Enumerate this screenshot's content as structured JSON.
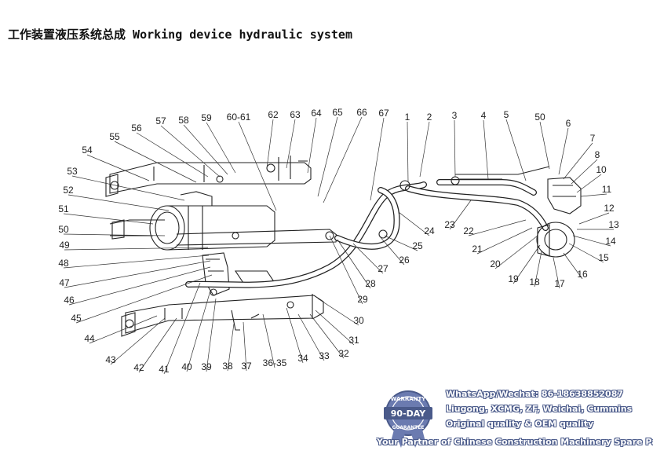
{
  "title": "工作装置液压系统总成 Working device hydraulic system",
  "callouts": [
    "1",
    "2",
    "3",
    "4",
    "5",
    "50",
    "6",
    "7",
    "8",
    "10",
    "11",
    "12",
    "13",
    "14",
    "15",
    "16",
    "17",
    "18",
    "19",
    "20",
    "21",
    "22",
    "23",
    "24",
    "25",
    "26",
    "27",
    "28",
    "29",
    "30",
    "31",
    "32",
    "33",
    "34",
    "36-35",
    "37",
    "38",
    "39",
    "40",
    "41",
    "42",
    "43",
    "44",
    "45",
    "46",
    "47",
    "48",
    "49",
    "50",
    "51",
    "52",
    "53",
    "54",
    "55",
    "56",
    "57",
    "58",
    "59",
    "60-61",
    "62",
    "63",
    "64",
    "65",
    "66",
    "67"
  ],
  "badge": {
    "top": "WARRANTY",
    "mid": "90-DAY",
    "bottom": "GUARANTEE"
  },
  "watermark": {
    "lines": [
      "WhatsApp/Wechat: 86-18638852087",
      "Liugong, XCMG, ZF, Weichai, Cummins",
      "Original quality & OEM quality"
    ],
    "tagline": "Your Partner of Chinese Construction Machinery Spare Parts"
  },
  "colors": {
    "line": "#222222",
    "badge": "#6b7bb0",
    "watermark_outline": "#4a5a8a"
  }
}
